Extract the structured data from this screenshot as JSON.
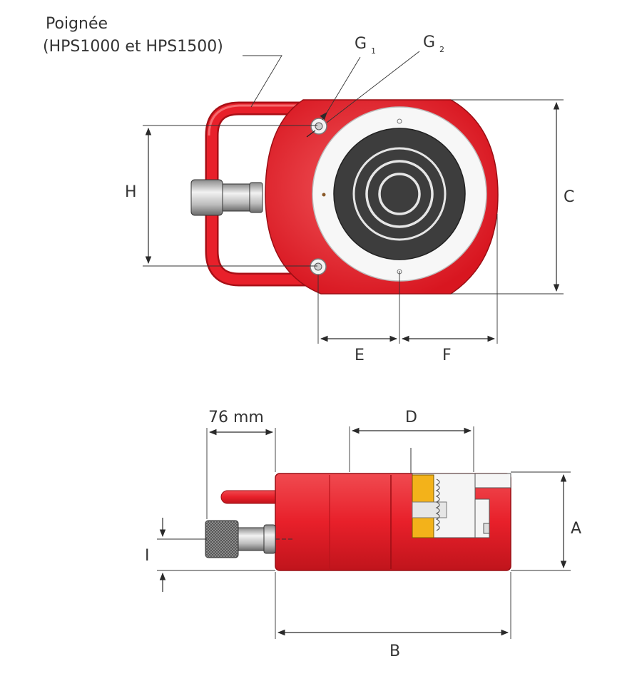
{
  "handle_label": {
    "line1": "Poignée",
    "line2": "(HPS1000 et HPS1500)"
  },
  "gauge_labels": {
    "g1_letter": "G",
    "g1_sub": "1",
    "g2_letter": "G",
    "g2_sub": "2"
  },
  "dimensions": {
    "a": "A",
    "b": "B",
    "c": "C",
    "d": "D",
    "e": "E",
    "f": "F",
    "h": "H",
    "i": "I",
    "coupler_length": "76 mm"
  },
  "colors": {
    "body_red": "#e8202a",
    "body_red_dark": "#b8141c",
    "body_red_light": "#f24a4f",
    "plunger_dark": "#3a3a3a",
    "steel": "#c8c8c8",
    "seal_yellow": "#f3b21a"
  }
}
